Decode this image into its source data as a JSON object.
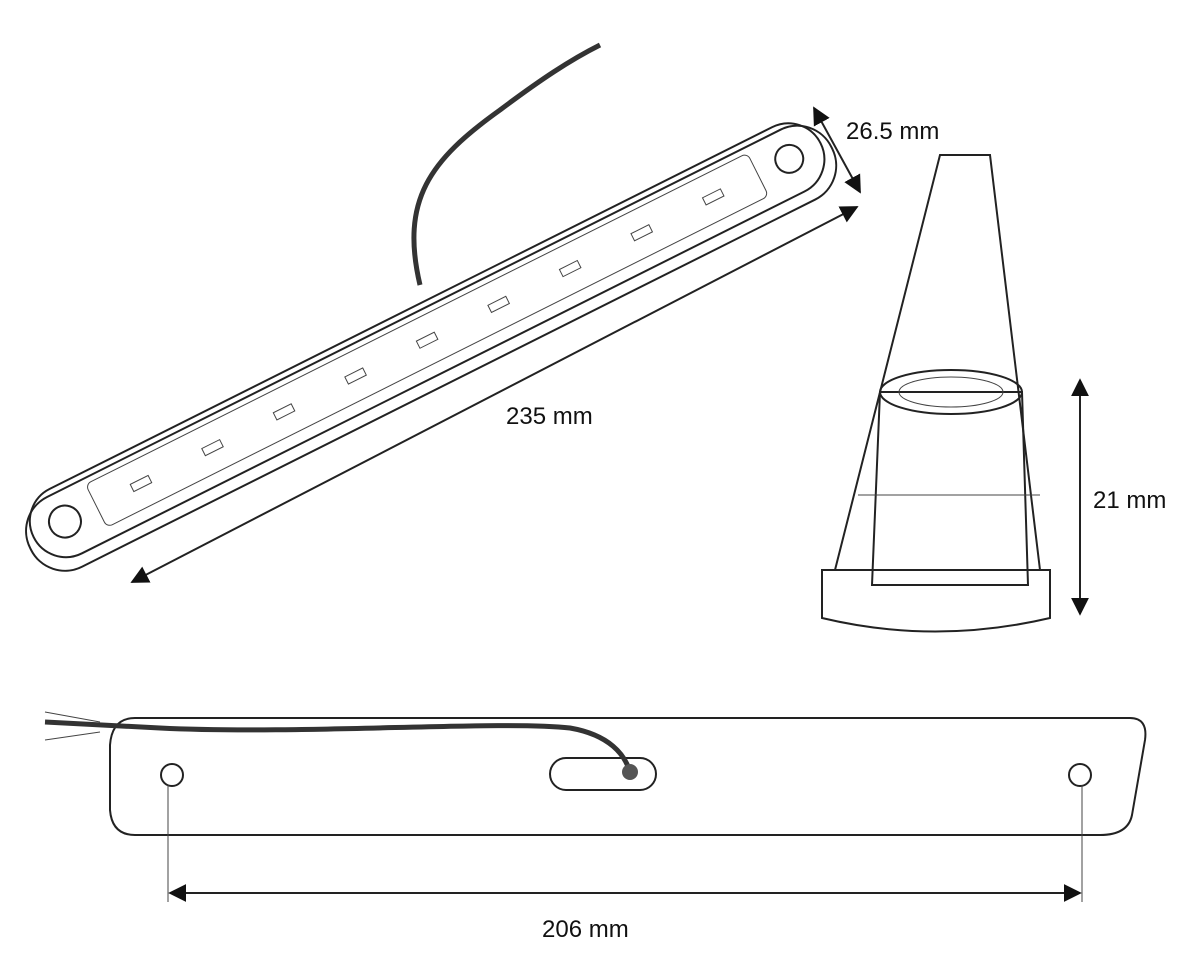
{
  "dimensions": {
    "width_label": "26.5 mm",
    "length_label": "235 mm",
    "height_label": "21 mm",
    "hole_spacing_label": "206 mm"
  },
  "colors": {
    "line": "#222222",
    "background": "#ffffff"
  }
}
